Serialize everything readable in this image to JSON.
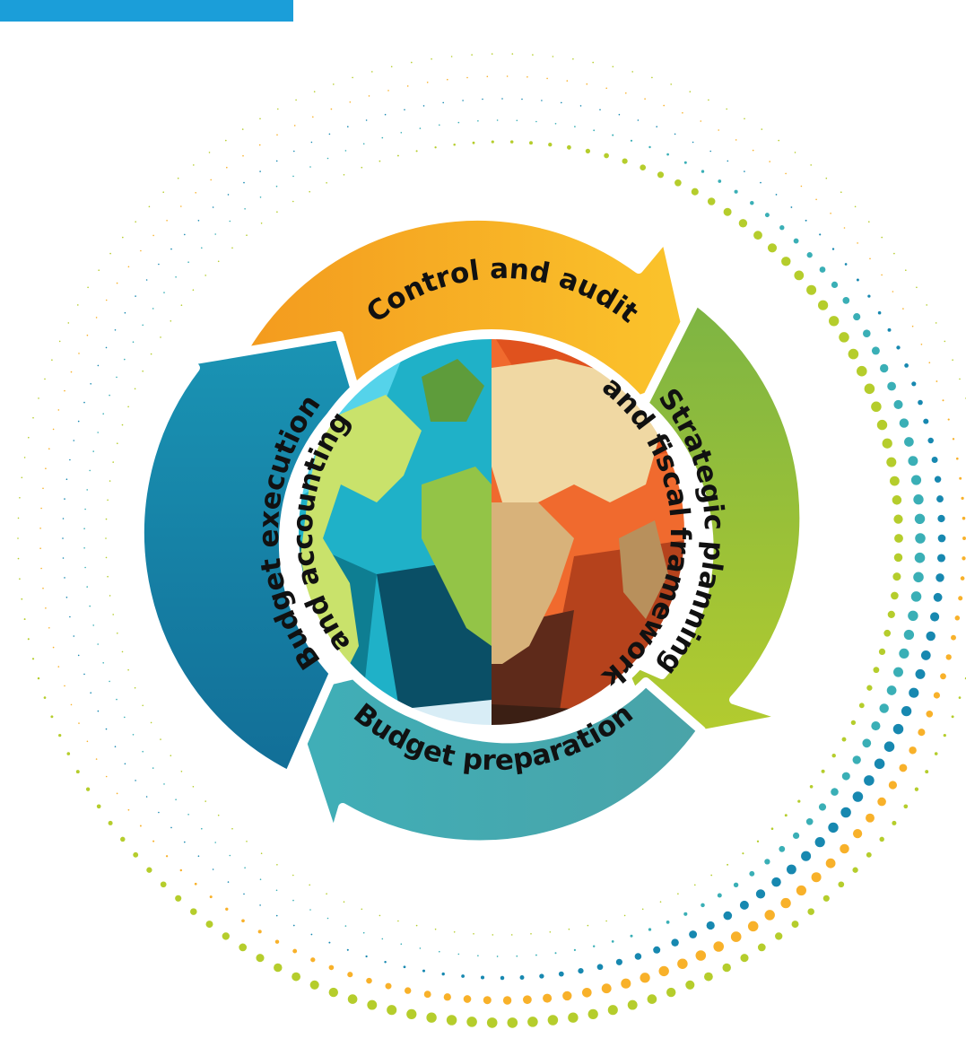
{
  "diagram": {
    "type": "cycle",
    "stages": [
      {
        "id": "control",
        "label": "Control and audit",
        "color_start": "#F39A1E",
        "color_end": "#FBC52C"
      },
      {
        "id": "strategic",
        "label_lines": [
          "Strategic planning",
          "and fiscal framework"
        ],
        "color_start": "#7DB443",
        "color_end": "#B4CC2E"
      },
      {
        "id": "preparation",
        "label": "Budget preparation",
        "color_start": "#3FAFB8",
        "color_end": "#4AA3A8"
      },
      {
        "id": "execution",
        "label_lines": [
          "Budget execution",
          "and accounting"
        ],
        "color_start": "#1A94B4",
        "color_end": "#126E97"
      }
    ]
  },
  "globe": {
    "ocean_colors": [
      "#55D3EA",
      "#1FB1C8",
      "#0E7E92",
      "#0A4F66"
    ],
    "land_west_colors": [
      "#C9E26B",
      "#93C447",
      "#5E9C3B"
    ],
    "land_east_colors": [
      "#F0D8A3",
      "#D8B27A",
      "#B8905C"
    ],
    "ocean_east_colors": [
      "#F06A2E",
      "#E0521E",
      "#B5421C",
      "#5E2A1A"
    ]
  },
  "decor": {
    "top_bar_color": "#1B9ED9",
    "dot_colors": [
      "#B5CD2C",
      "#F8B12A",
      "#1788B0",
      "#3AAFB6"
    ]
  }
}
